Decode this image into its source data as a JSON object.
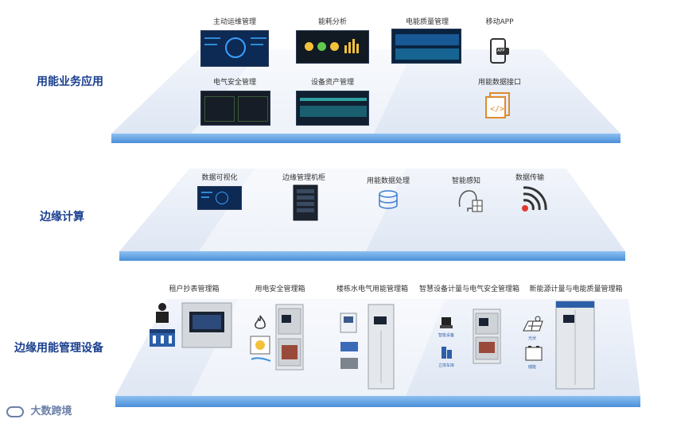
{
  "layers": [
    {
      "title": "用能业务应用",
      "items": [
        "主动运维管理",
        "能耗分析",
        "电能质量管理",
        "移动APP",
        "电气安全管理",
        "设备资产管理",
        "用能数据接口"
      ]
    },
    {
      "title": "边缘计算",
      "items": [
        "数据可视化",
        "边缘管理机柜",
        "用能数据处理",
        "智能感知",
        "数据传输"
      ]
    },
    {
      "title": "边缘用能管理设备",
      "items": [
        "租户抄表管理箱",
        "用电安全管理箱",
        "楼栋水电气用能管理箱",
        "智慧设备计量与电气安全管理箱",
        "新能源计量与电能质量管理箱"
      ]
    }
  ],
  "small_labels": {
    "app_badge": "APP",
    "smart_dev_1": "智能设备",
    "smart_dev_2": "立体车库",
    "solar": "光伏",
    "battery": "储能"
  },
  "watermark": "大数跨境",
  "colors": {
    "platform_top": "#e8eef8",
    "platform_edge": "#6aa6e6",
    "label": "#1a3f8f",
    "accent": "#2e8bd6"
  }
}
